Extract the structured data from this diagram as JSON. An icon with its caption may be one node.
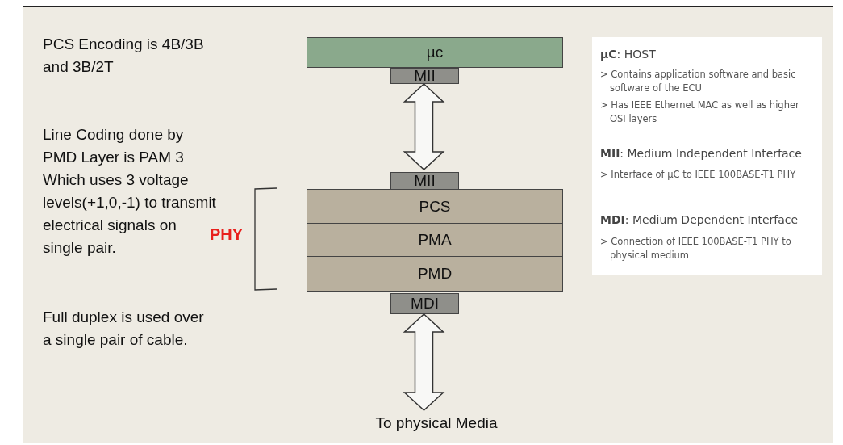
{
  "diagram": {
    "nodes": [
      {
        "text": [
          "µc"
        ]
      },
      {
        "text": [
          "MII"
        ]
      },
      {
        "text": [
          "MII"
        ]
      },
      {
        "text": [
          "PCS"
        ]
      },
      {
        "text": [
          "PMA"
        ]
      },
      {
        "text": [
          "PMD"
        ]
      },
      {
        "text": [
          "MDI"
        ]
      },
      {
        "text": [
          "To physical Media"
        ]
      }
    ],
    "edges": [
      {
        "from": 1,
        "to": 2,
        "arrow": "both"
      },
      {
        "from": 6,
        "to": 7,
        "arrow": "both"
      }
    ],
    "labels": [
      "PCS Encoding is 4B/3B and 3B/2T",
      "Line Coding done by PMD Layer is PAM 3 Which uses 3 voltage levels(+1,0,-1) to transmit electrical signals on single pair.",
      "Full duplex is used over a single pair of cable.",
      "PHY",
      "**µC**: HOST",
      "> Contains application software and basic software of the ECU",
      "> Has IEEE Ethernet MAC as well as higher OSI layers",
      "**MII**: Medium Independent Interface",
      "> Interface of µC to IEEE 100BASE-T1 PHY",
      "**MDI**: Medium Dependent Interface",
      "> Connection of IEEE 100BASE-T1 PHY to physical medium"
    ]
  }
}
